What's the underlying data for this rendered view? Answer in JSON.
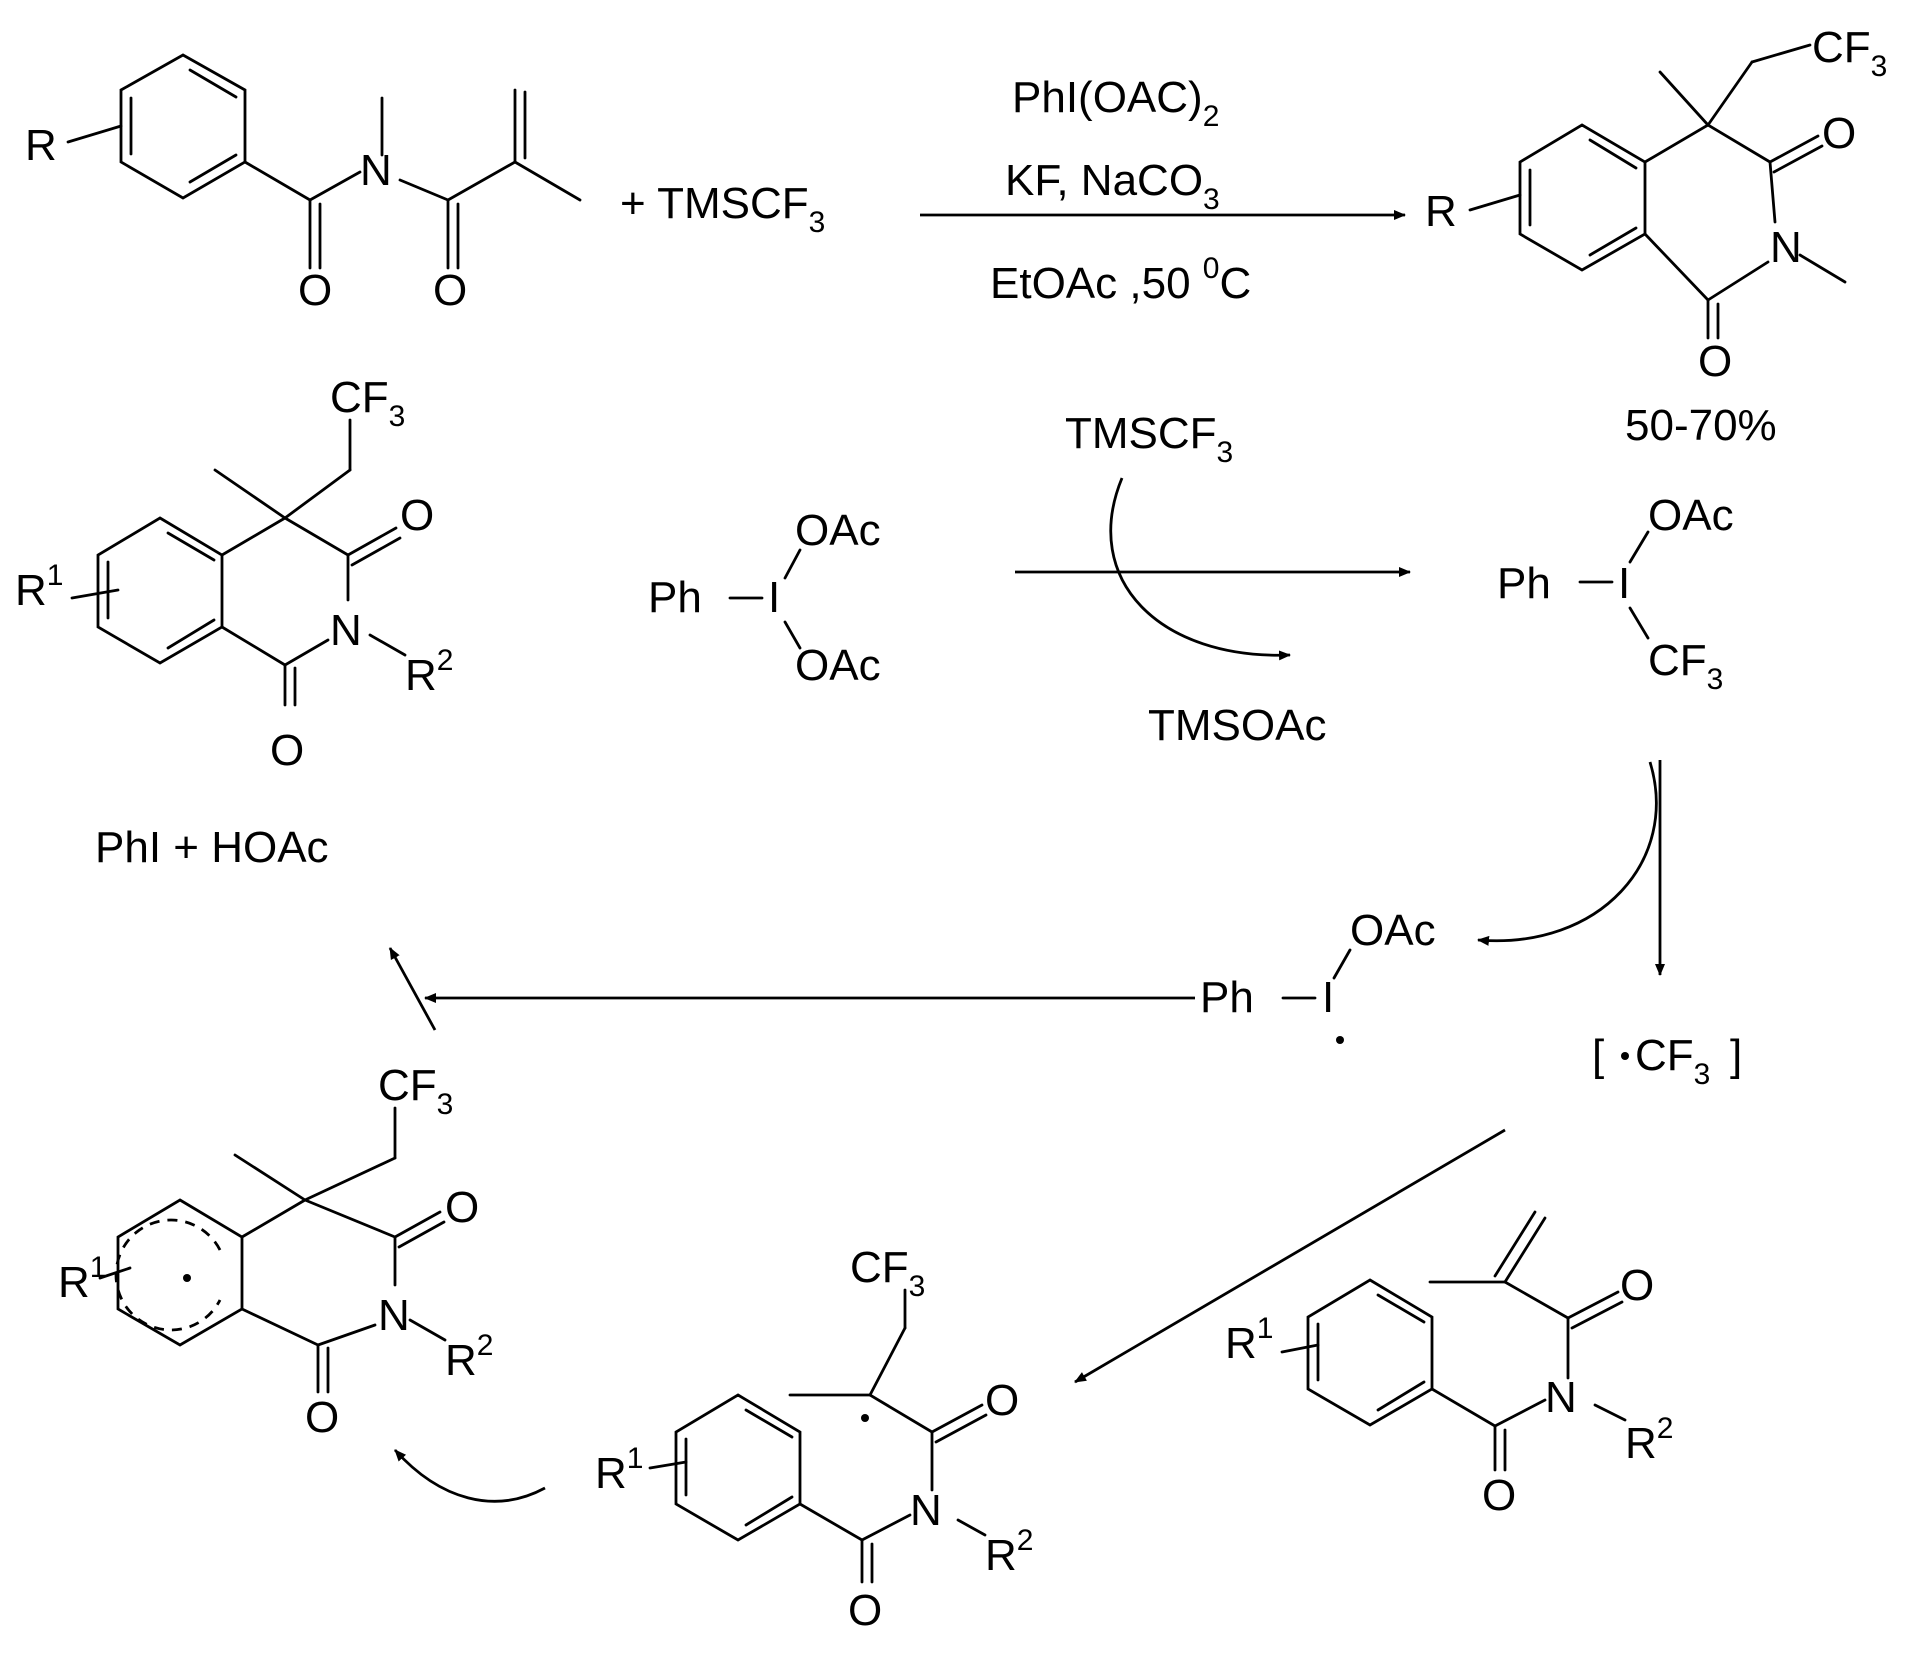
{
  "labels": {
    "r": "R",
    "r1": "R",
    "sup1": "1",
    "r2": "R",
    "sup2": "2",
    "n": "N",
    "o": "O",
    "i": "I",
    "ph": "Ph",
    "oac": "OAc",
    "cf": "CF",
    "sub3": "3"
  },
  "reaction": {
    "plus_reagent": "+ TMSCF",
    "plus_reagent_sub": "3",
    "cond1": "PhI(OAC)",
    "cond1_sub": "2",
    "cond2": "KF,  NaCO",
    "cond2_sub": "3",
    "cond3": "EtOAc ,50 ",
    "cond3_sup": "0",
    "cond3_end": "C",
    "yield": "50-70%"
  },
  "mechanism": {
    "tmscf3": "TMSCF",
    "tmscf3_sub": "3",
    "tmsoac": "TMSOAc",
    "byproducts": "PhI + HOAc",
    "radical_open": "[",
    "radical_cf": "CF",
    "radical_sub": "3",
    "radical_close": "]"
  }
}
